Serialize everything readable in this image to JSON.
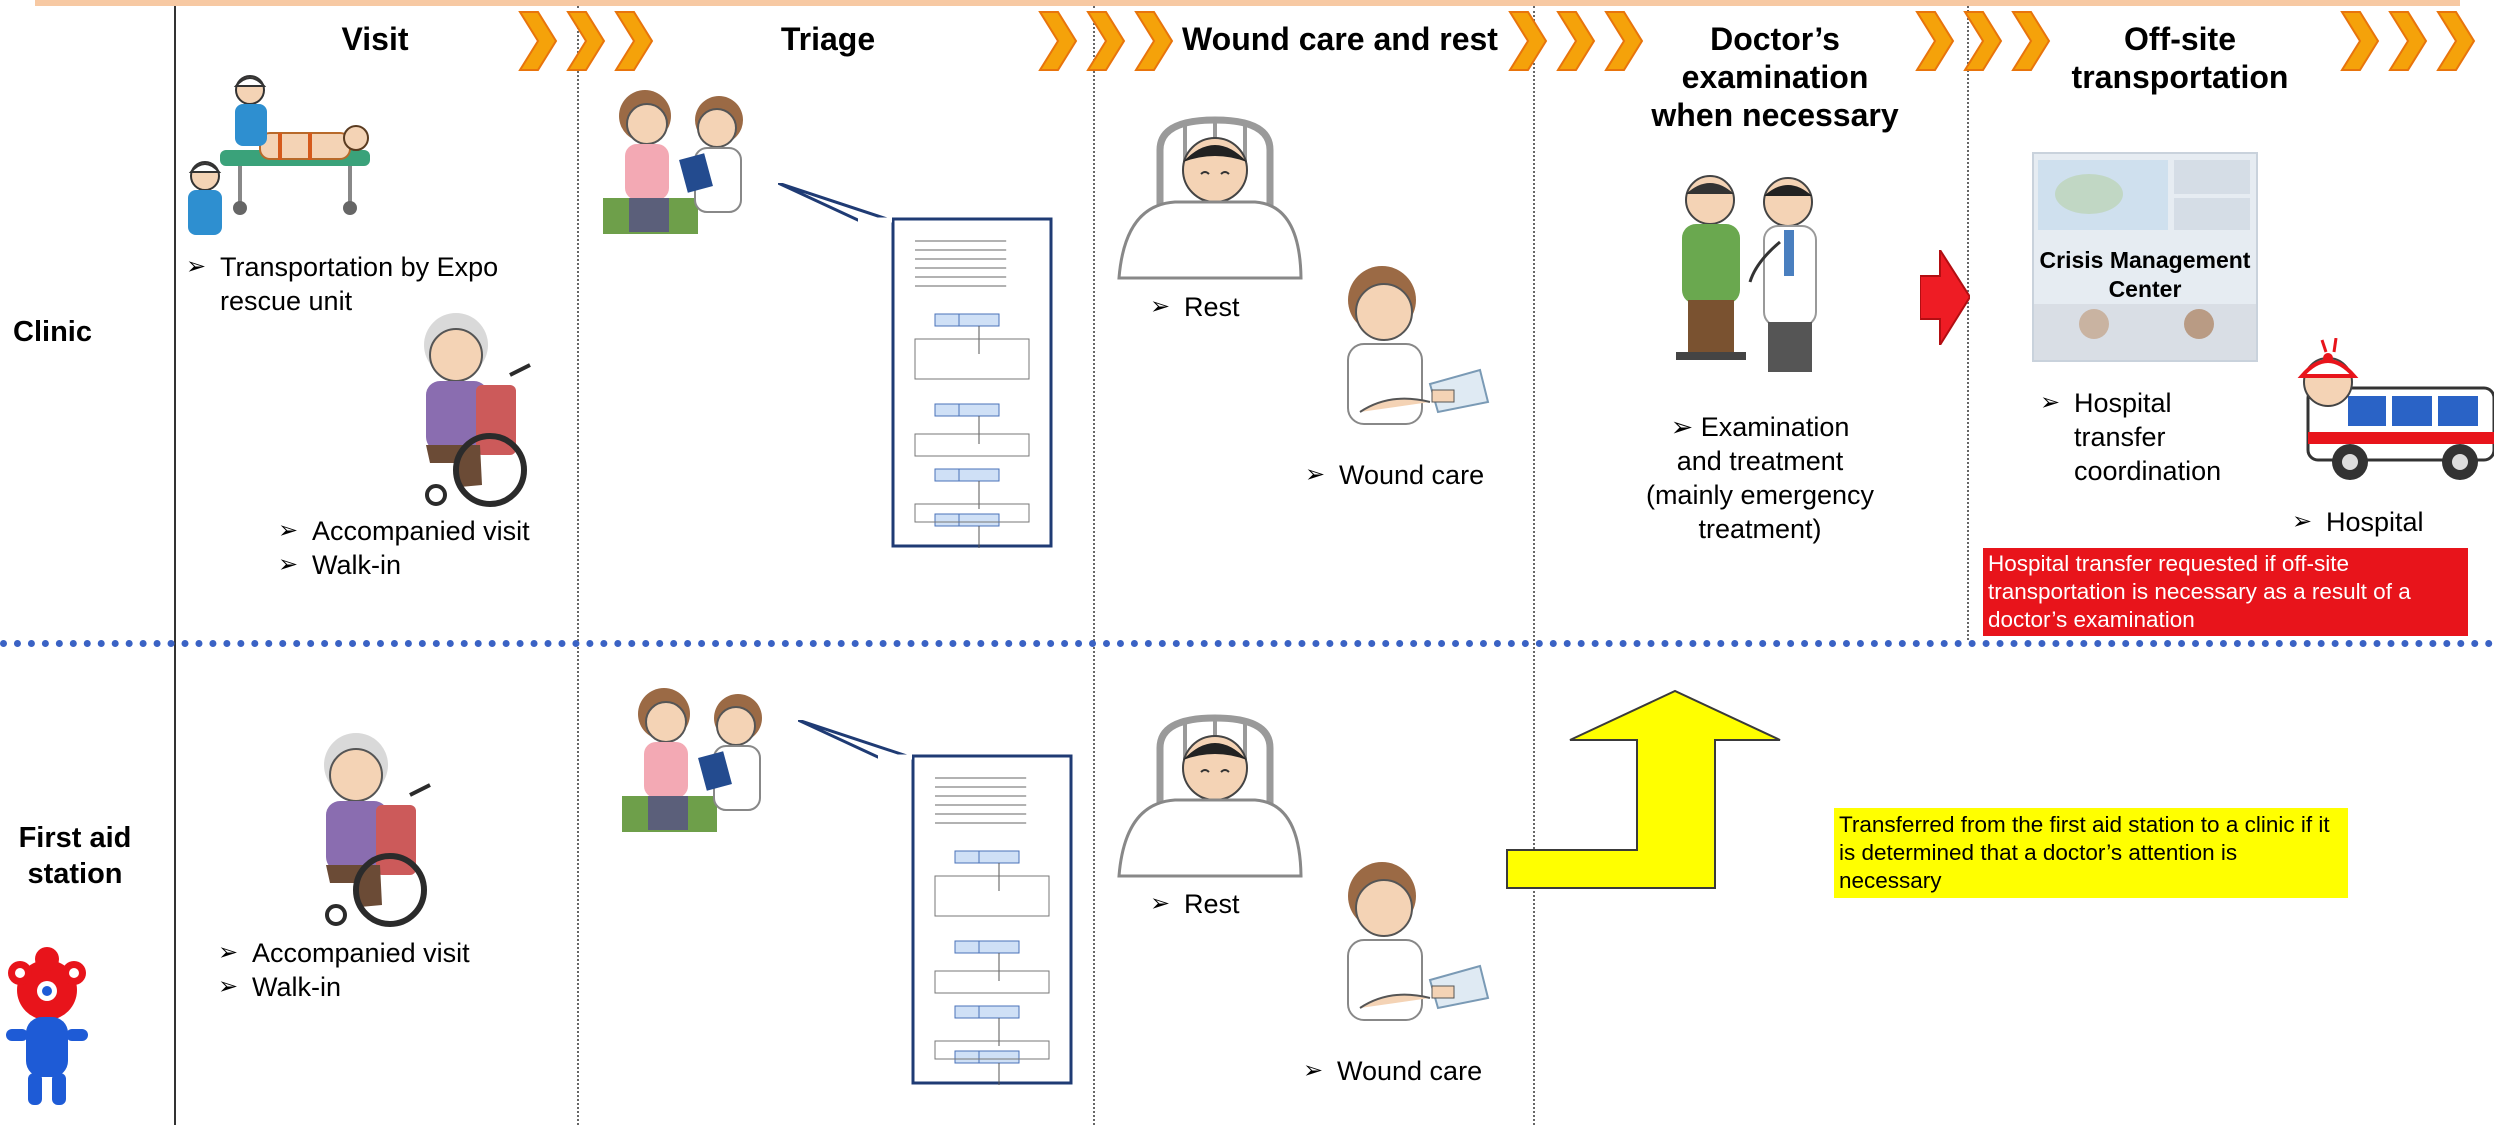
{
  "columns": [
    {
      "id": "visit",
      "header": "Visit"
    },
    {
      "id": "triage",
      "header": "Triage"
    },
    {
      "id": "woundcare",
      "header": "Wound care and rest"
    },
    {
      "id": "doctor",
      "header": "Doctor’s examination when necessary",
      "header_lines": [
        "Doctor’s",
        "examination",
        "when necessary"
      ]
    },
    {
      "id": "offsite",
      "header": "Off-site transportation",
      "header_lines": [
        "Off-site",
        "transportation"
      ]
    }
  ],
  "rows": {
    "clinic": {
      "label": "Clinic"
    },
    "first_aid": {
      "label": "First aid station",
      "label_lines": [
        "First aid",
        "station"
      ]
    }
  },
  "clinic": {
    "visit": {
      "transport": {
        "bullet": "➢",
        "lines": [
          "Transportation by Expo",
          "rescue unit"
        ]
      },
      "items": [
        {
          "bullet": "➢",
          "text": "Accompanied visit"
        },
        {
          "bullet": "➢",
          "text": "Walk-in"
        }
      ]
    },
    "rest": {
      "bullet": "➢",
      "text": "Rest"
    },
    "wound": {
      "bullet": "➢",
      "text": "Wound care"
    },
    "exam": {
      "bullet": "➢",
      "lines": [
        "Examination",
        "and treatment",
        "(mainly emergency",
        "treatment)"
      ]
    },
    "cmc": {
      "label_lines": [
        "Crisis Management",
        "Center"
      ]
    },
    "coordination": {
      "bullet": "➢",
      "lines": [
        "Hospital",
        "transfer",
        "coordination"
      ]
    },
    "hospital": {
      "bullet": "➢",
      "text": "Hospital"
    },
    "note": "Hospital transfer requested if off-site transportation is necessary as a result of a doctor’s examination"
  },
  "first_aid": {
    "visit": {
      "items": [
        {
          "bullet": "➢",
          "text": "Accompanied visit"
        },
        {
          "bullet": "➢",
          "text": "Walk-in"
        }
      ]
    },
    "rest": {
      "bullet": "➢",
      "text": "Rest"
    },
    "wound": {
      "bullet": "➢",
      "text": "Wound care"
    },
    "note": "Transferred from the first aid station to a clinic if it is determined that a doctor’s attention is necessary"
  },
  "colors": {
    "chevron": "#f5a20a",
    "chevron_outline": "#e8740c",
    "red_arrow": "#ee1c24",
    "yellow_arrow": "#ffff00",
    "red_note": "#e8141b",
    "yellow_note": "#ffff00",
    "divider": "#3a62c4"
  },
  "icons": [
    "chevron-right-icon",
    "red-arrow-right-icon",
    "yellow-arrow-up-icon",
    "stretcher-illustration",
    "wheelchair-illustration",
    "nurse-consult-illustration",
    "triage-flowchart-document",
    "patient-in-bed-illustration",
    "wound-care-illustration",
    "doctor-exam-illustration",
    "ambulance-illustration",
    "mascot-illustration"
  ]
}
